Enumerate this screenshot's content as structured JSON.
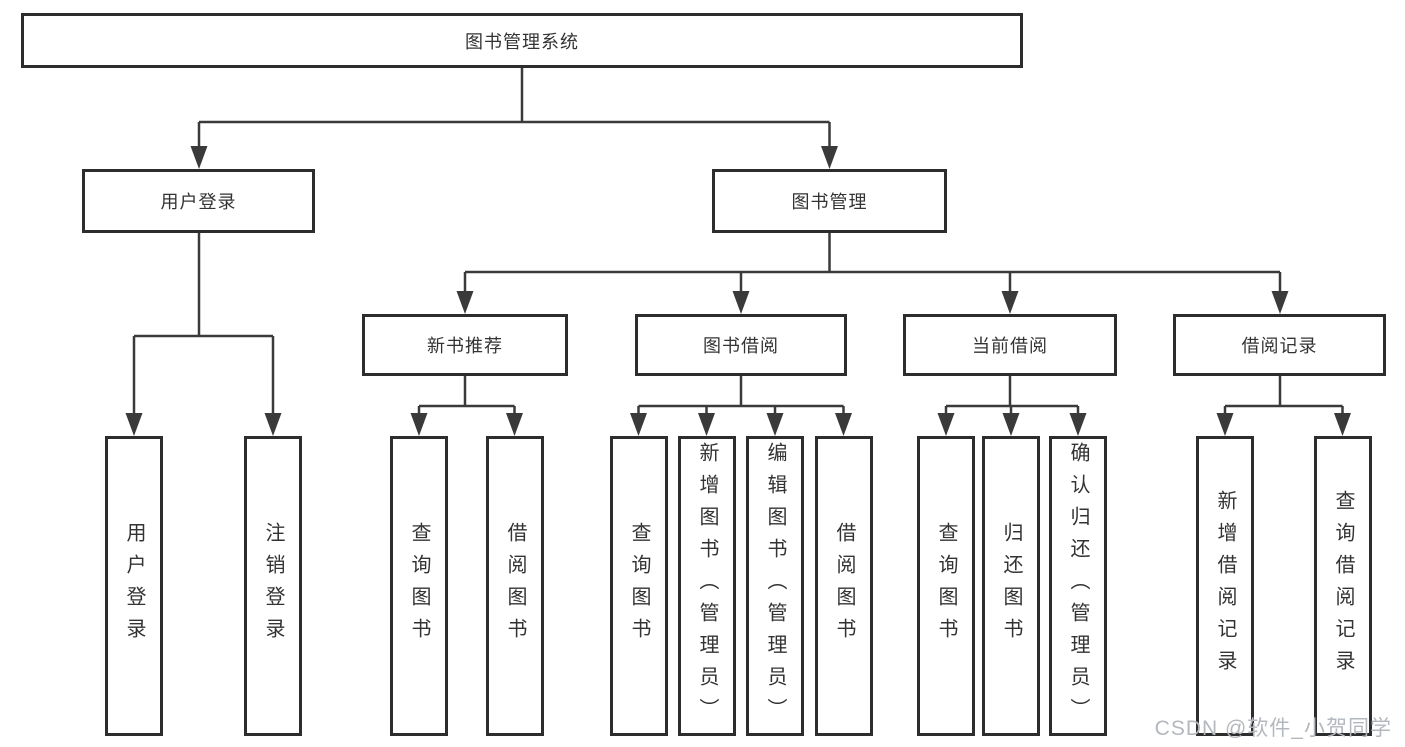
{
  "root": {
    "label": "图书管理系统"
  },
  "branches": {
    "user_login": {
      "label": "用户登录",
      "children": [
        {
          "label": "用户登录"
        },
        {
          "label": "注销登录"
        }
      ]
    },
    "book_management": {
      "label": "图书管理",
      "sections": [
        {
          "label": "新书推荐",
          "children": [
            {
              "label": "查询图书"
            },
            {
              "label": "借阅图书"
            }
          ]
        },
        {
          "label": "图书借阅",
          "children": [
            {
              "label": "查询图书"
            },
            {
              "label": "新增图书（管理员）"
            },
            {
              "label": "编辑图书（管理员）"
            },
            {
              "label": "借阅图书"
            }
          ]
        },
        {
          "label": "当前借阅",
          "children": [
            {
              "label": "查询图书"
            },
            {
              "label": "归还图书"
            },
            {
              "label": "确认归还（管理员）"
            }
          ]
        },
        {
          "label": "借阅记录",
          "children": [
            {
              "label": "新增借阅记录"
            },
            {
              "label": "查询借阅记录"
            }
          ]
        }
      ]
    }
  },
  "watermark": "CSDN @软件_小贺同学",
  "colors": {
    "line": "#3a3a3a",
    "border": "#2d2d2d",
    "text": "#333333",
    "watermark": "#b3b8be",
    "background": "#ffffff"
  }
}
